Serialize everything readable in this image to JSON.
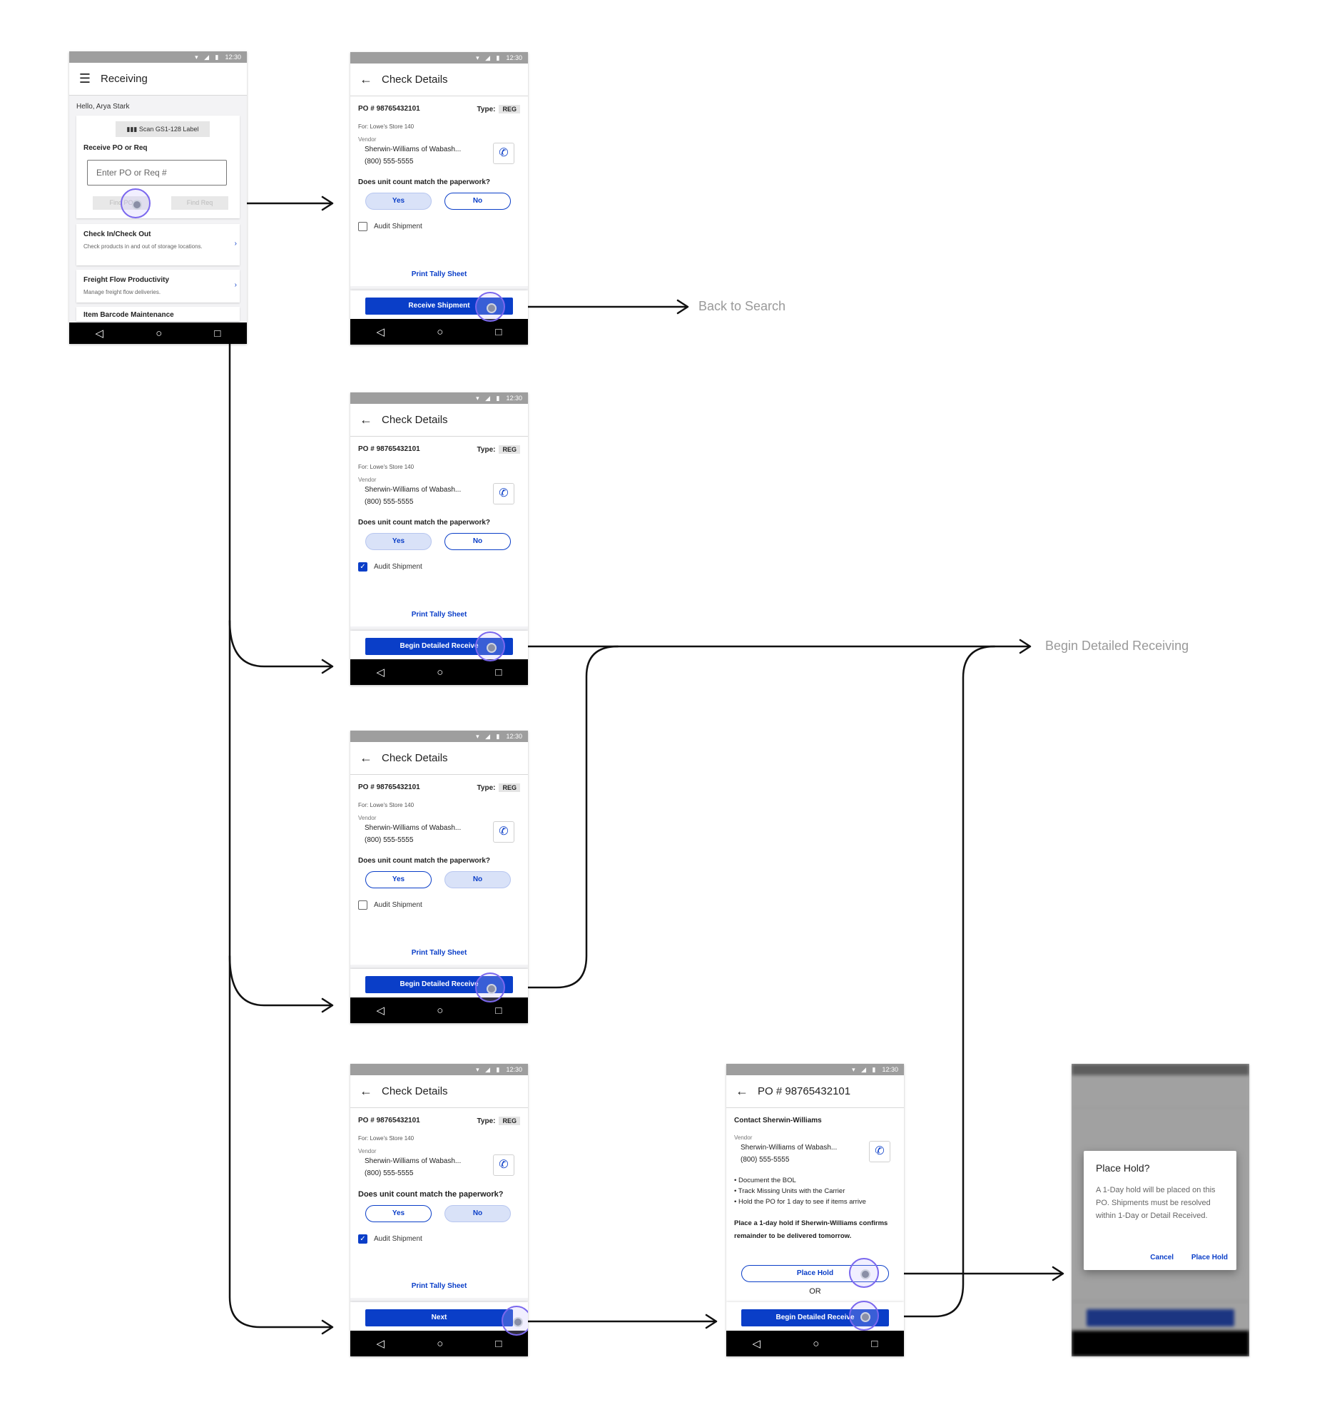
{
  "colors": {
    "primary": "#0a3ec8",
    "ring": "#7b68ee",
    "flow_label": "#9a9a9a"
  },
  "status": {
    "time": "12:30"
  },
  "nav_icons": [
    "back-triangle",
    "home-circle",
    "recents-square"
  ],
  "receiving": {
    "title": "Receiving",
    "greeting": "Hello, Arya Stark",
    "scan_label": "Scan GS1-128 Label",
    "receive_label": "Receive PO or Req",
    "input_placeholder": "Enter PO or Req #",
    "find_po": "Find PO",
    "find_req": "Find Req",
    "menu": [
      {
        "title": "Check In/Check Out",
        "sub": "Check products in and out of storage locations."
      },
      {
        "title": "Freight Flow Productivity",
        "sub": "Manage freight flow deliveries."
      },
      {
        "title": "Item Barcode Maintenance",
        "sub": ""
      }
    ]
  },
  "details": {
    "title": "Check Details",
    "po": "PO # 98765432101",
    "type_label": "Type:",
    "type_value": "REG",
    "for_label": "For:",
    "for_value": "Lowe's Store  140",
    "vendor_label": "Vendor",
    "vendor_name": "Sherwin-Williams of Wabash...",
    "vendor_phone": "(800) 555-5555",
    "question": "Does unit count match the paperwork?",
    "yes": "Yes",
    "no": "No",
    "audit": "Audit Shipment",
    "print": "Print Tally Sheet",
    "btn_receive": "Receive Shipment",
    "btn_detailed": "Begin Detailed Receive",
    "btn_next": "Next"
  },
  "contact": {
    "title": "PO # 98765432101",
    "heading": "Contact Sherwin-Williams",
    "bullets": [
      "• Document the BOL",
      "• Track Missing Units with the Carrier",
      "• Hold the PO for 1 day to see if items arrive"
    ],
    "hold_text": "Place a 1-day hold if Sherwin-Williams confirms remainder to be delivered tomorrow.",
    "place_hold": "Place Hold",
    "or": "OR",
    "begin": "Begin Detailed Receive"
  },
  "dialog": {
    "title": "Place Hold?",
    "body": "A 1-Day hold will be placed on this PO. Shipments must be resolved within 1-Day or Detail Received.",
    "cancel": "Cancel",
    "confirm": "Place Hold"
  },
  "flow_labels": {
    "back_to_search": "Back to Search",
    "begin_detailed": "Begin Detailed Receiving"
  }
}
